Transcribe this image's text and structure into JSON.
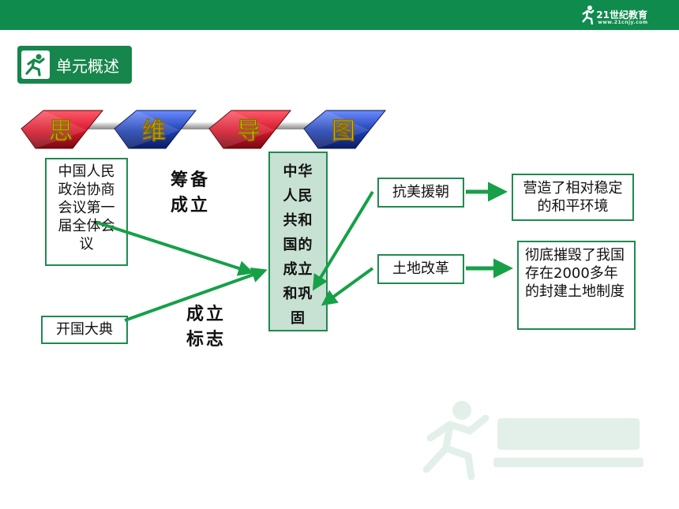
{
  "header": {
    "brand_name": "21世纪教育",
    "brand_url": "www.21cnjy.com"
  },
  "section": {
    "title": "单元概述",
    "icon": "running-man-icon"
  },
  "title_gems": [
    "思",
    "维",
    "导",
    "图"
  ],
  "nodes": {
    "cppcc": "中国人民政治协商会议第一届全体会议",
    "prep_label": "筹备成立",
    "ceremony": "开国大典",
    "symbol_label": "成立标志",
    "center": "中华人民共和国的成立和巩固",
    "korea": "抗美援朝",
    "land_reform": "土地改革",
    "korea_result": "营造了相对稳定的和平环境",
    "land_result": "彻底摧毁了我国存在2000多年的封建土地制度"
  },
  "colors": {
    "header_green": "#0f8b4d",
    "arrow_green": "#16a048",
    "box_border": "#1f8a50",
    "center_fill": "#c7e1d3",
    "gem_red": "#d4172a",
    "gem_blue": "#1e3fb0",
    "gem_text": "#ffee00"
  }
}
